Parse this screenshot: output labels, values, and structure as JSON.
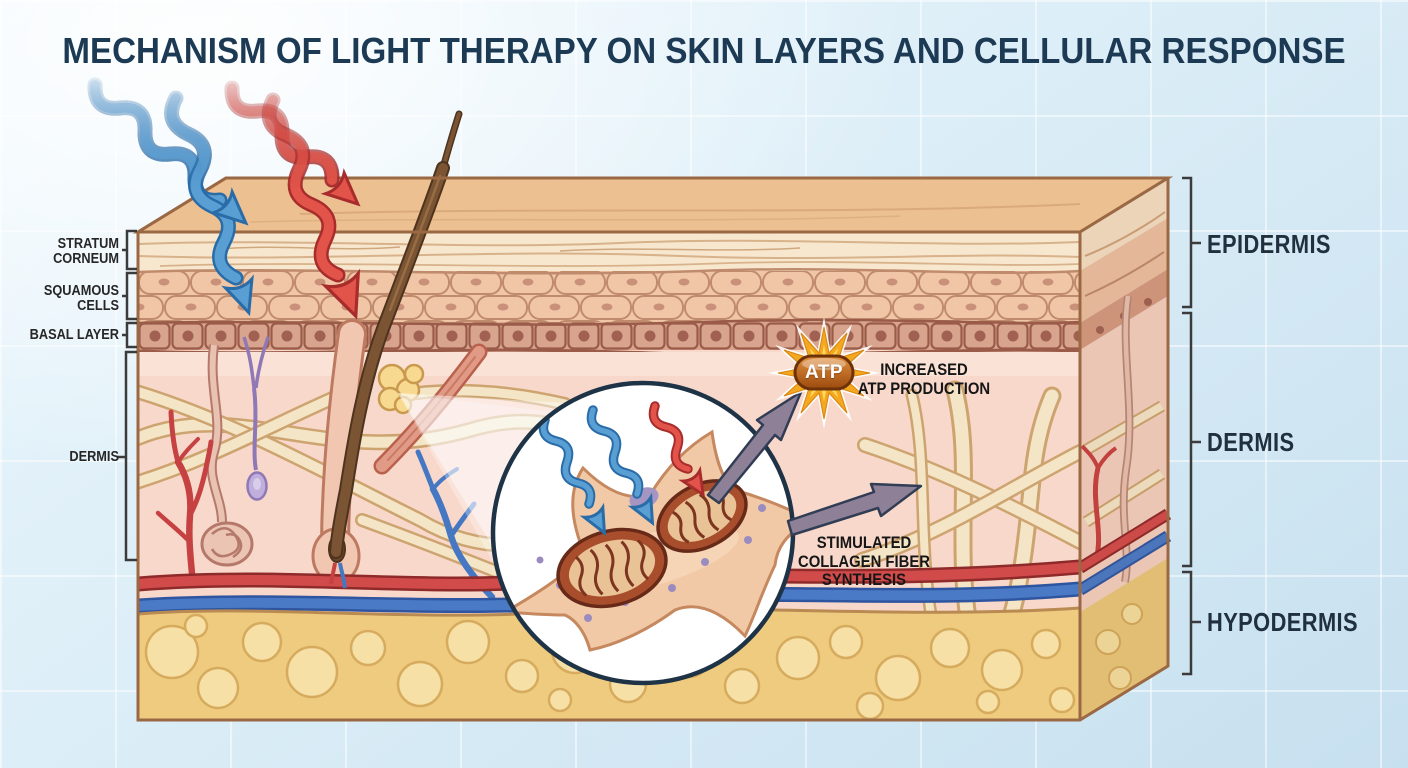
{
  "title": "MECHANISM OF LIGHT THERAPY ON SKIN LAYERS AND CELLULAR RESPONSE",
  "layer_labels": {
    "stratum_corneum": "STRATUM\nCORNEUM",
    "squamous_cells": "SQUAMOUS\nCELLS",
    "basal_layer": "BASAL LAYER",
    "dermis": "DERMIS"
  },
  "region_labels": {
    "epidermis": "EPIDERMIS",
    "dermis": "DERMIS",
    "hypodermis": "HYPODERMIS"
  },
  "annotations": {
    "atp_badge": "ATP",
    "atp_production": "INCREASED\nATP PRODUCTION",
    "collagen_synthesis": "STIMULATED\nCOLLAGEN FIBER\nSYNTHESIS"
  },
  "palette": {
    "title_color": "#1d3a55",
    "blue_light": "#5a9fd4",
    "red_light": "#e25449",
    "atp_orange": "#b05a1a",
    "starburst_gold": "#f3a81f",
    "arrow_mauve": "#8e8097",
    "dermis_pink": "#f8d8cb",
    "hypodermis_yellow": "#eecb7e"
  }
}
